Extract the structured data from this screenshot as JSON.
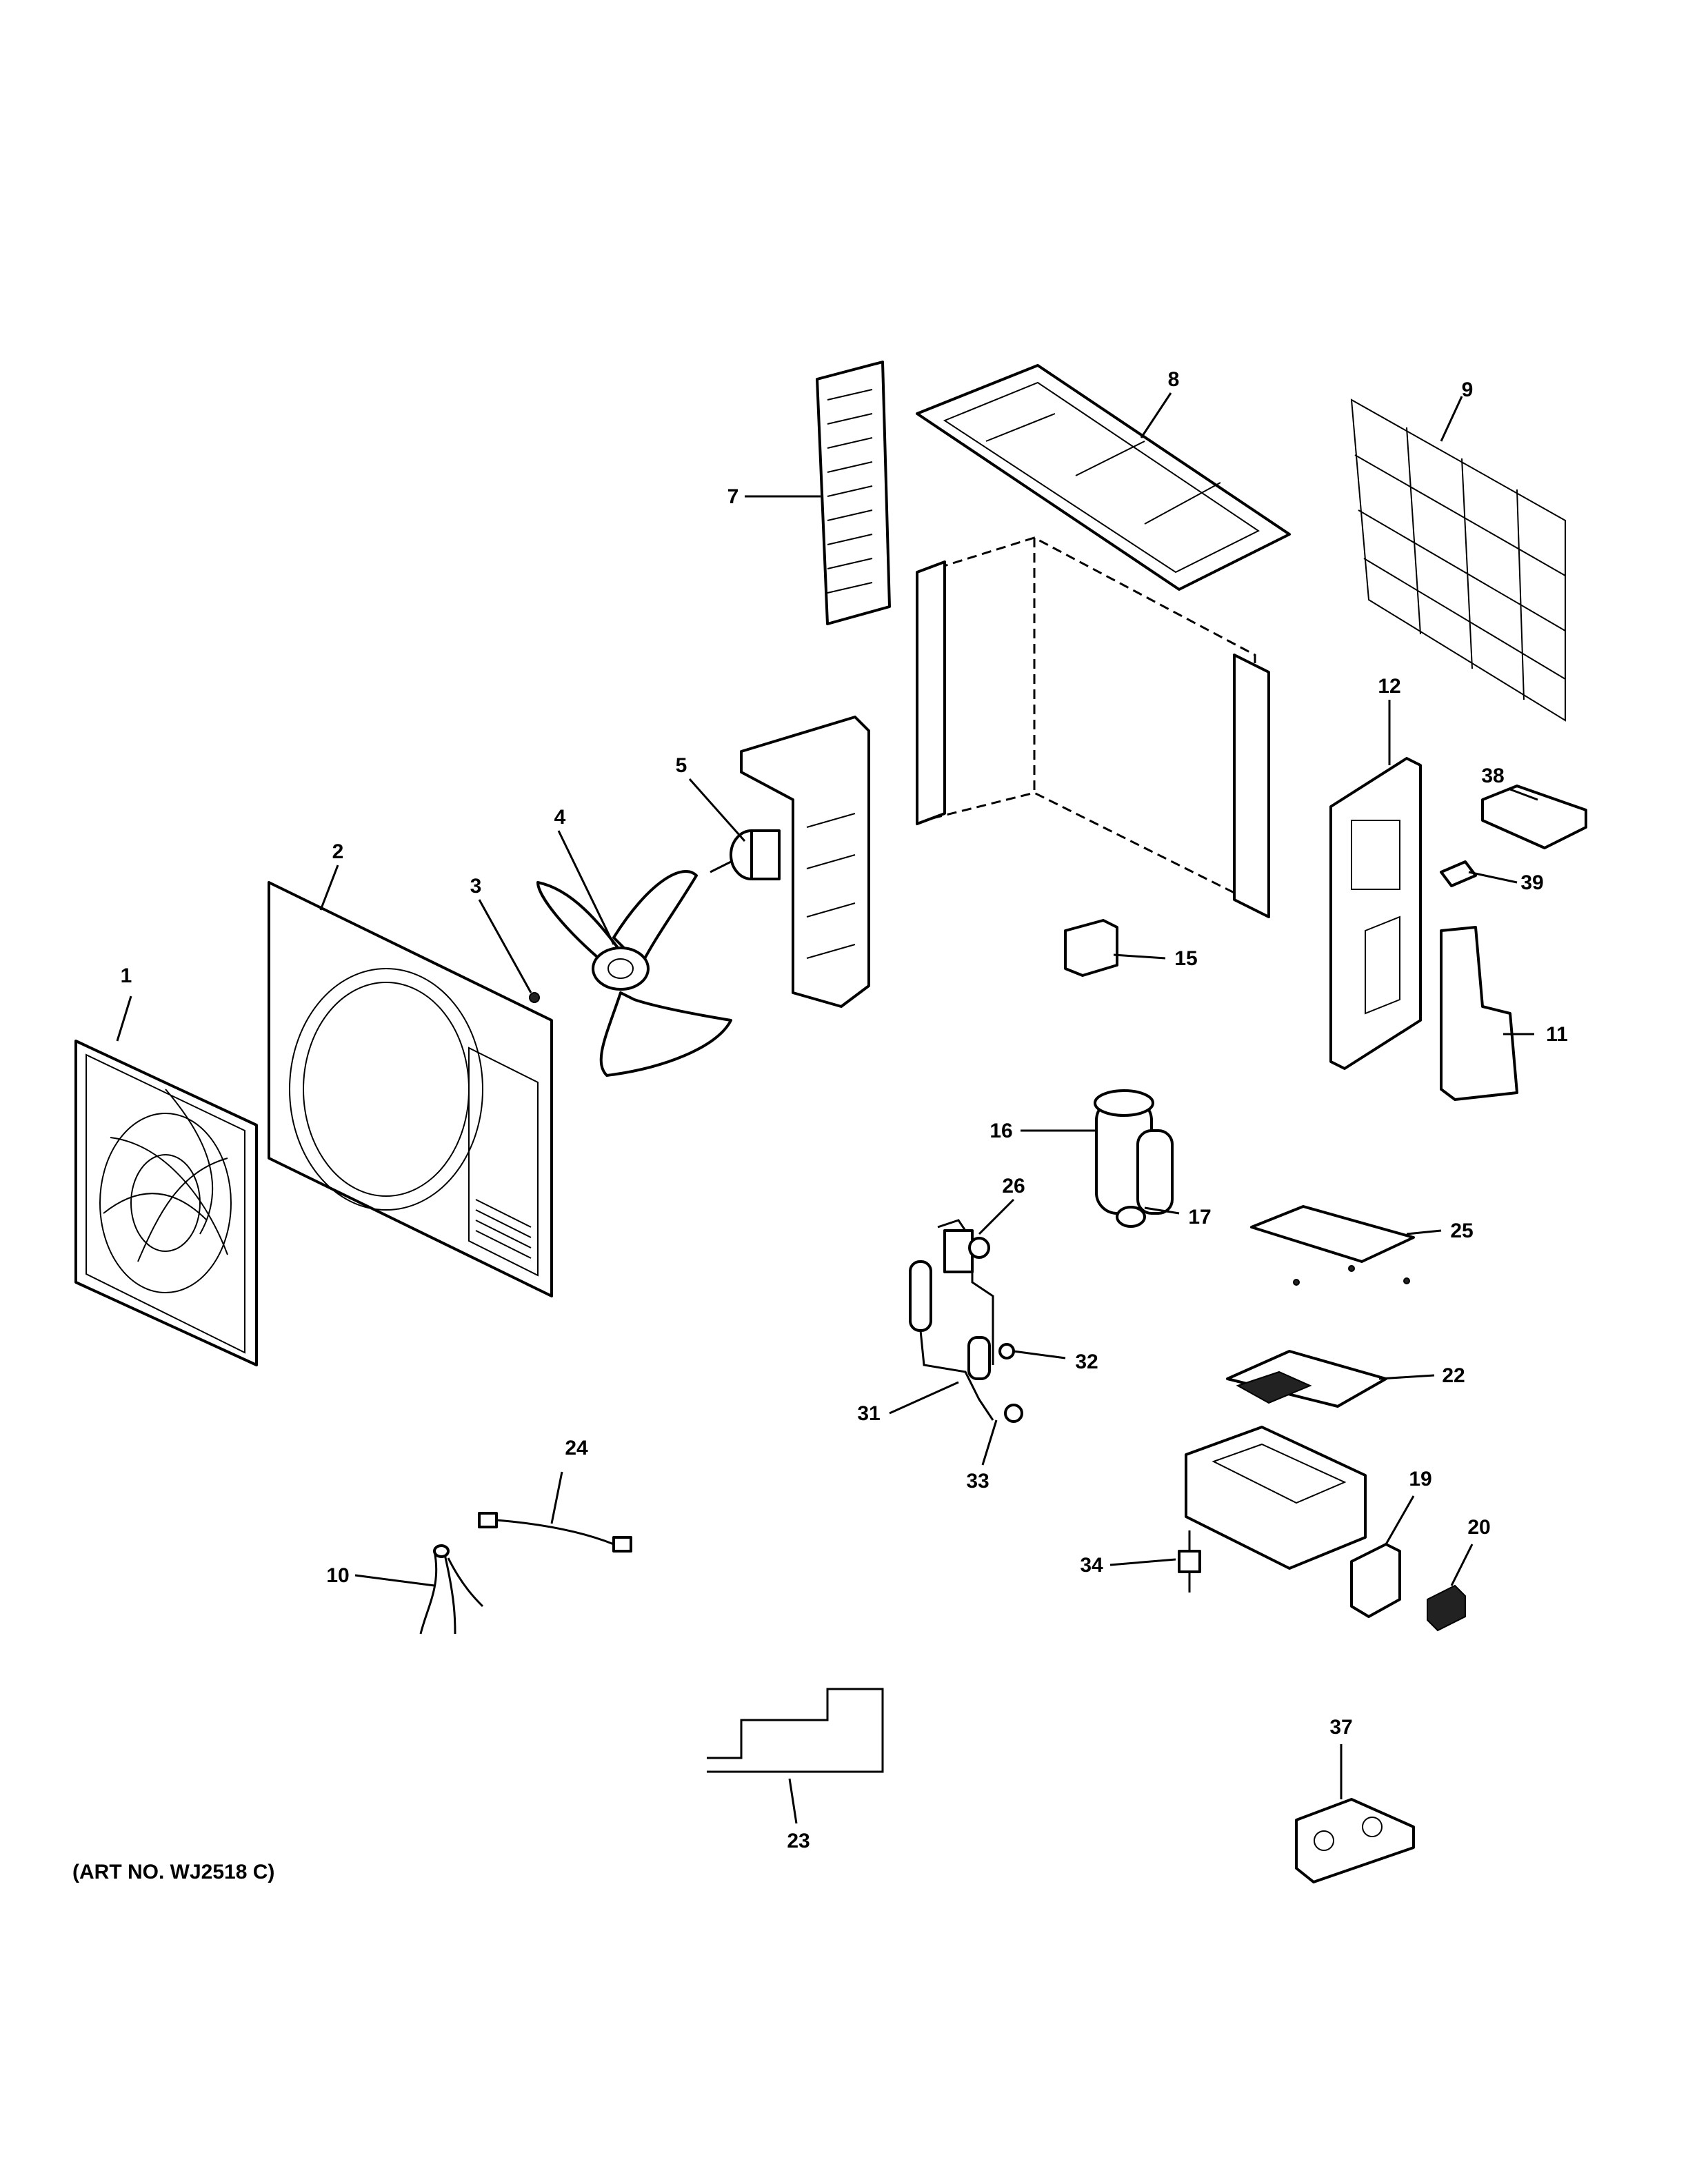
{
  "diagram": {
    "caption": "(ART NO. WJ2518 C)",
    "callouts": [
      {
        "id": "1",
        "label": "1"
      },
      {
        "id": "2",
        "label": "2"
      },
      {
        "id": "3",
        "label": "3"
      },
      {
        "id": "4",
        "label": "4"
      },
      {
        "id": "5",
        "label": "5"
      },
      {
        "id": "7",
        "label": "7"
      },
      {
        "id": "8",
        "label": "8"
      },
      {
        "id": "9",
        "label": "9"
      },
      {
        "id": "10",
        "label": "10"
      },
      {
        "id": "11",
        "label": "11"
      },
      {
        "id": "12",
        "label": "12"
      },
      {
        "id": "15",
        "label": "15"
      },
      {
        "id": "16",
        "label": "16"
      },
      {
        "id": "17",
        "label": "17"
      },
      {
        "id": "19",
        "label": "19"
      },
      {
        "id": "20",
        "label": "20"
      },
      {
        "id": "22",
        "label": "22"
      },
      {
        "id": "23",
        "label": "23"
      },
      {
        "id": "24",
        "label": "24"
      },
      {
        "id": "25",
        "label": "25"
      },
      {
        "id": "26",
        "label": "26"
      },
      {
        "id": "31",
        "label": "31"
      },
      {
        "id": "32",
        "label": "32"
      },
      {
        "id": "33",
        "label": "33"
      },
      {
        "id": "34",
        "label": "34"
      },
      {
        "id": "37",
        "label": "37"
      },
      {
        "id": "38",
        "label": "38"
      },
      {
        "id": "39",
        "label": "39"
      }
    ]
  }
}
